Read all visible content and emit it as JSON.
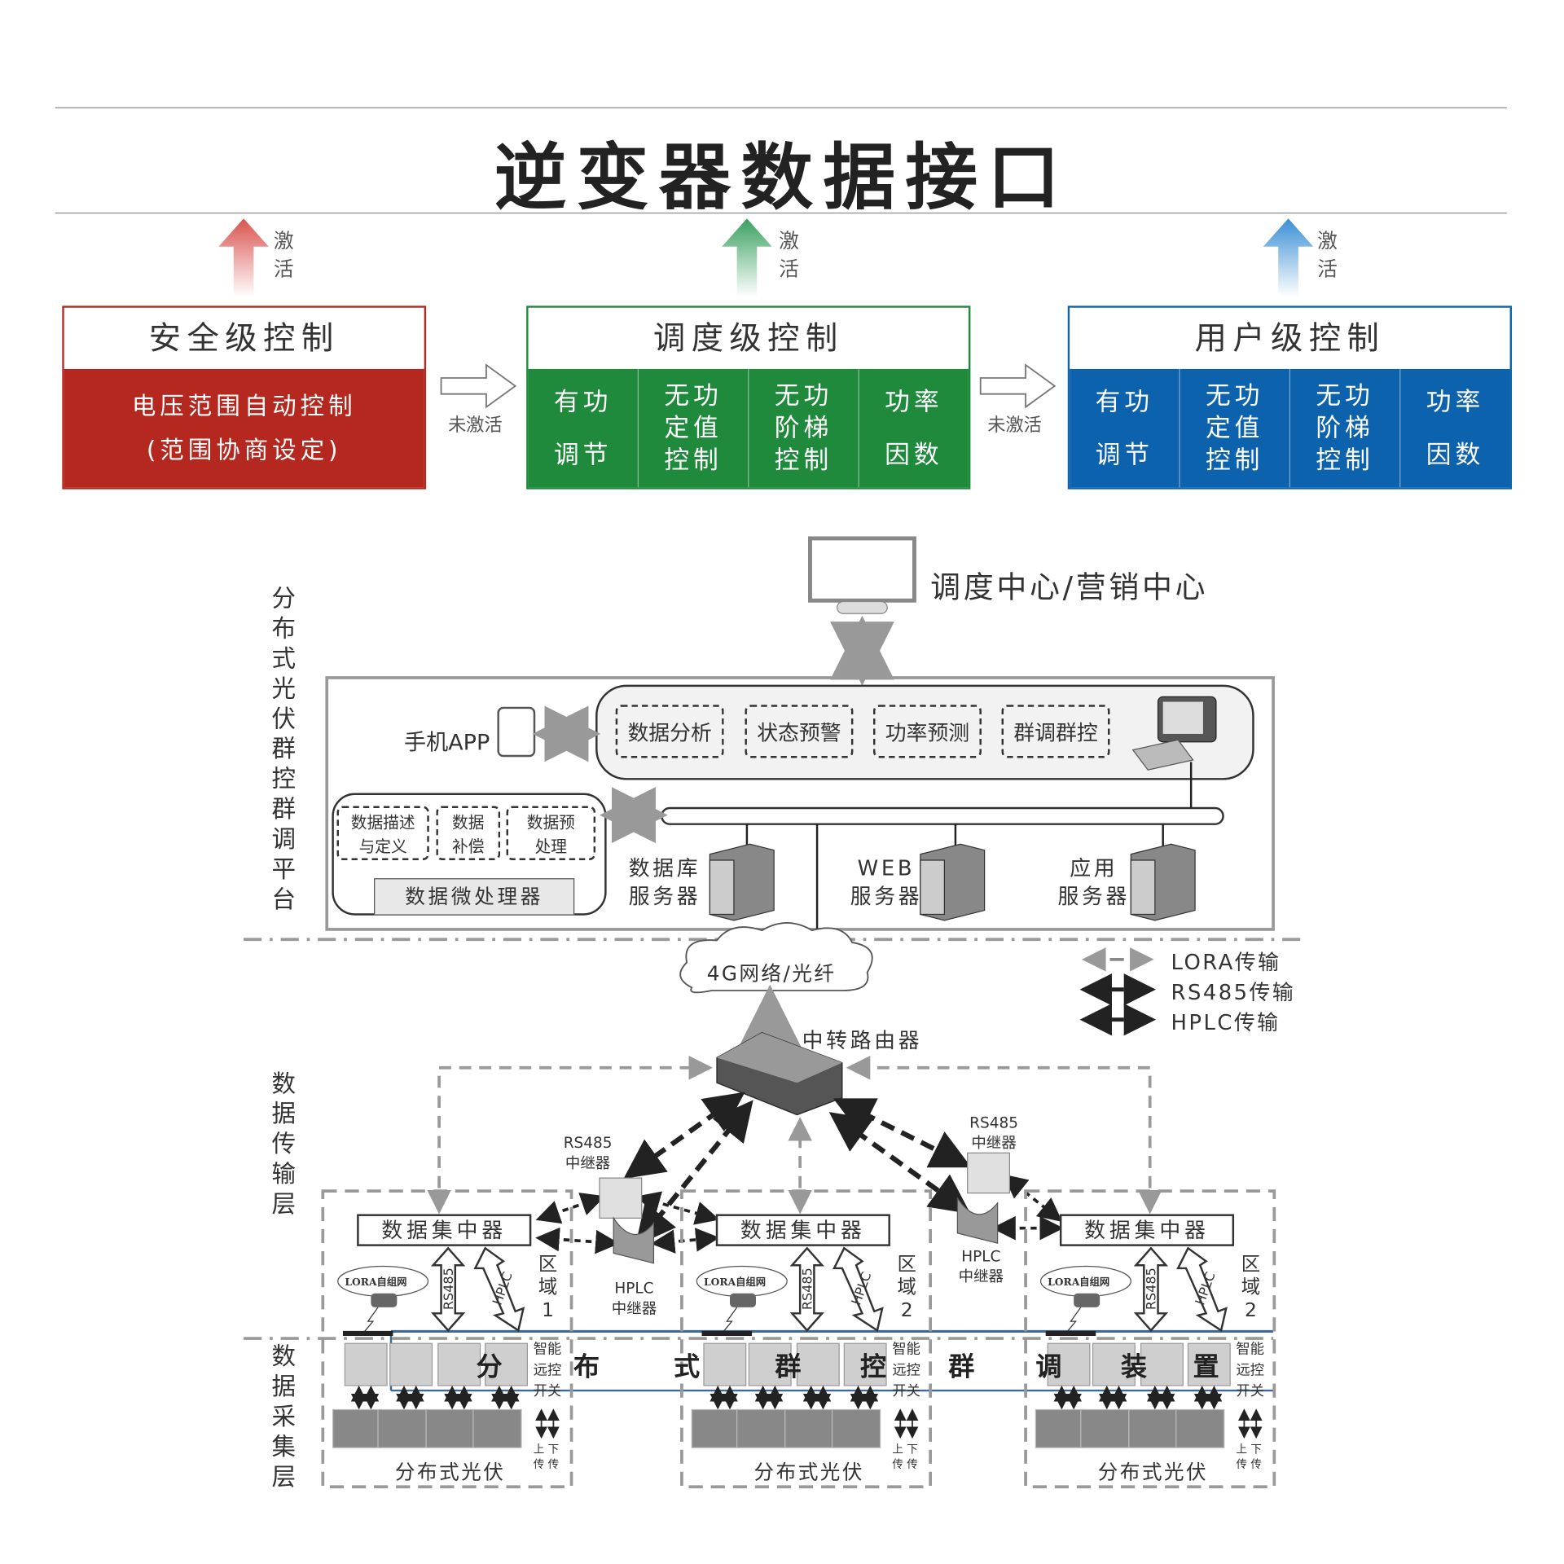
{
  "title": "逆变器数据接口",
  "activation": {
    "label_lines": [
      "激",
      "活"
    ],
    "inactive_label": "未激活"
  },
  "colors": {
    "safety": "#b5281f",
    "dispatch": "#1f8a3c",
    "user": "#0d62ad",
    "arrow_red": "#d9534f",
    "arrow_green": "#3aa060",
    "arrow_blue": "#3a8fd6"
  },
  "levels": [
    {
      "title": "安全级控制",
      "body_lines": [
        "电压范围自动控制",
        "(范围协商设定)"
      ]
    },
    {
      "title": "调度级控制",
      "cells": [
        [
          "有功",
          "调节"
        ],
        [
          "无功",
          "定值",
          "控制"
        ],
        [
          "无功",
          "阶梯",
          "控制"
        ],
        [
          "功率",
          "因数"
        ]
      ]
    },
    {
      "title": "用户级控制",
      "cells": [
        [
          "有功",
          "调节"
        ],
        [
          "无功",
          "定值",
          "控制"
        ],
        [
          "无功",
          "阶梯",
          "控制"
        ],
        [
          "功率",
          "因数"
        ]
      ]
    }
  ],
  "diagram": {
    "layers": [
      "分布式光伏群控群调平台",
      "数据传输层",
      "数据采集层"
    ],
    "dispatch_center": "调度中心/营销中心",
    "mobile_app": "手机APP",
    "modules": [
      "数据分析",
      "状态预警",
      "功率预测",
      "群调群控"
    ],
    "preprocess": [
      [
        "数据描述",
        "与定义"
      ],
      [
        "数据",
        "补偿"
      ],
      [
        "数据预",
        "处理"
      ]
    ],
    "microprocessor": "数据微处理器",
    "servers": [
      [
        "数据库",
        "服务器"
      ],
      [
        "WEB",
        "服务器"
      ],
      [
        "应用",
        "服务器"
      ]
    ],
    "network": "4G网络/光纤",
    "router": "中转路由器",
    "legend": [
      "LORA传输",
      "RS485传输",
      "HPLC传输"
    ],
    "rs485_relay": [
      "RS485",
      "中继器"
    ],
    "hplc_relay": [
      "HPLC",
      "中继器"
    ],
    "banner": [
      "分",
      "布",
      "式",
      "群",
      "控",
      "群",
      "调",
      "装",
      "置"
    ],
    "regions": [
      {
        "concentrator": "数据集中器",
        "lora": "LORA自组网",
        "rs485": "RS485",
        "hplc": "HPLC",
        "area": [
          "区",
          "域",
          "1"
        ],
        "switch": [
          "智能",
          "远控",
          "开关"
        ],
        "updown": [
          "上",
          "下",
          "传",
          "传"
        ],
        "pv": "分布式光伏"
      },
      {
        "concentrator": "数据集中器",
        "lora": "LORA自组网",
        "rs485": "RS485",
        "hplc": "HPLC",
        "area": [
          "区",
          "域",
          "2"
        ],
        "switch": [
          "智能",
          "远控",
          "开关"
        ],
        "updown": [
          "上",
          "下",
          "传",
          "传"
        ],
        "pv": "分布式光伏"
      },
      {
        "concentrator": "数据集中器",
        "lora": "LORA自组网",
        "rs485": "RS485",
        "hplc": "HPLC",
        "area": [
          "区",
          "域",
          "2"
        ],
        "switch": [
          "智能",
          "远控",
          "开关"
        ],
        "updown": [
          "上",
          "下",
          "传",
          "传"
        ],
        "pv": "分布式光伏"
      }
    ]
  }
}
